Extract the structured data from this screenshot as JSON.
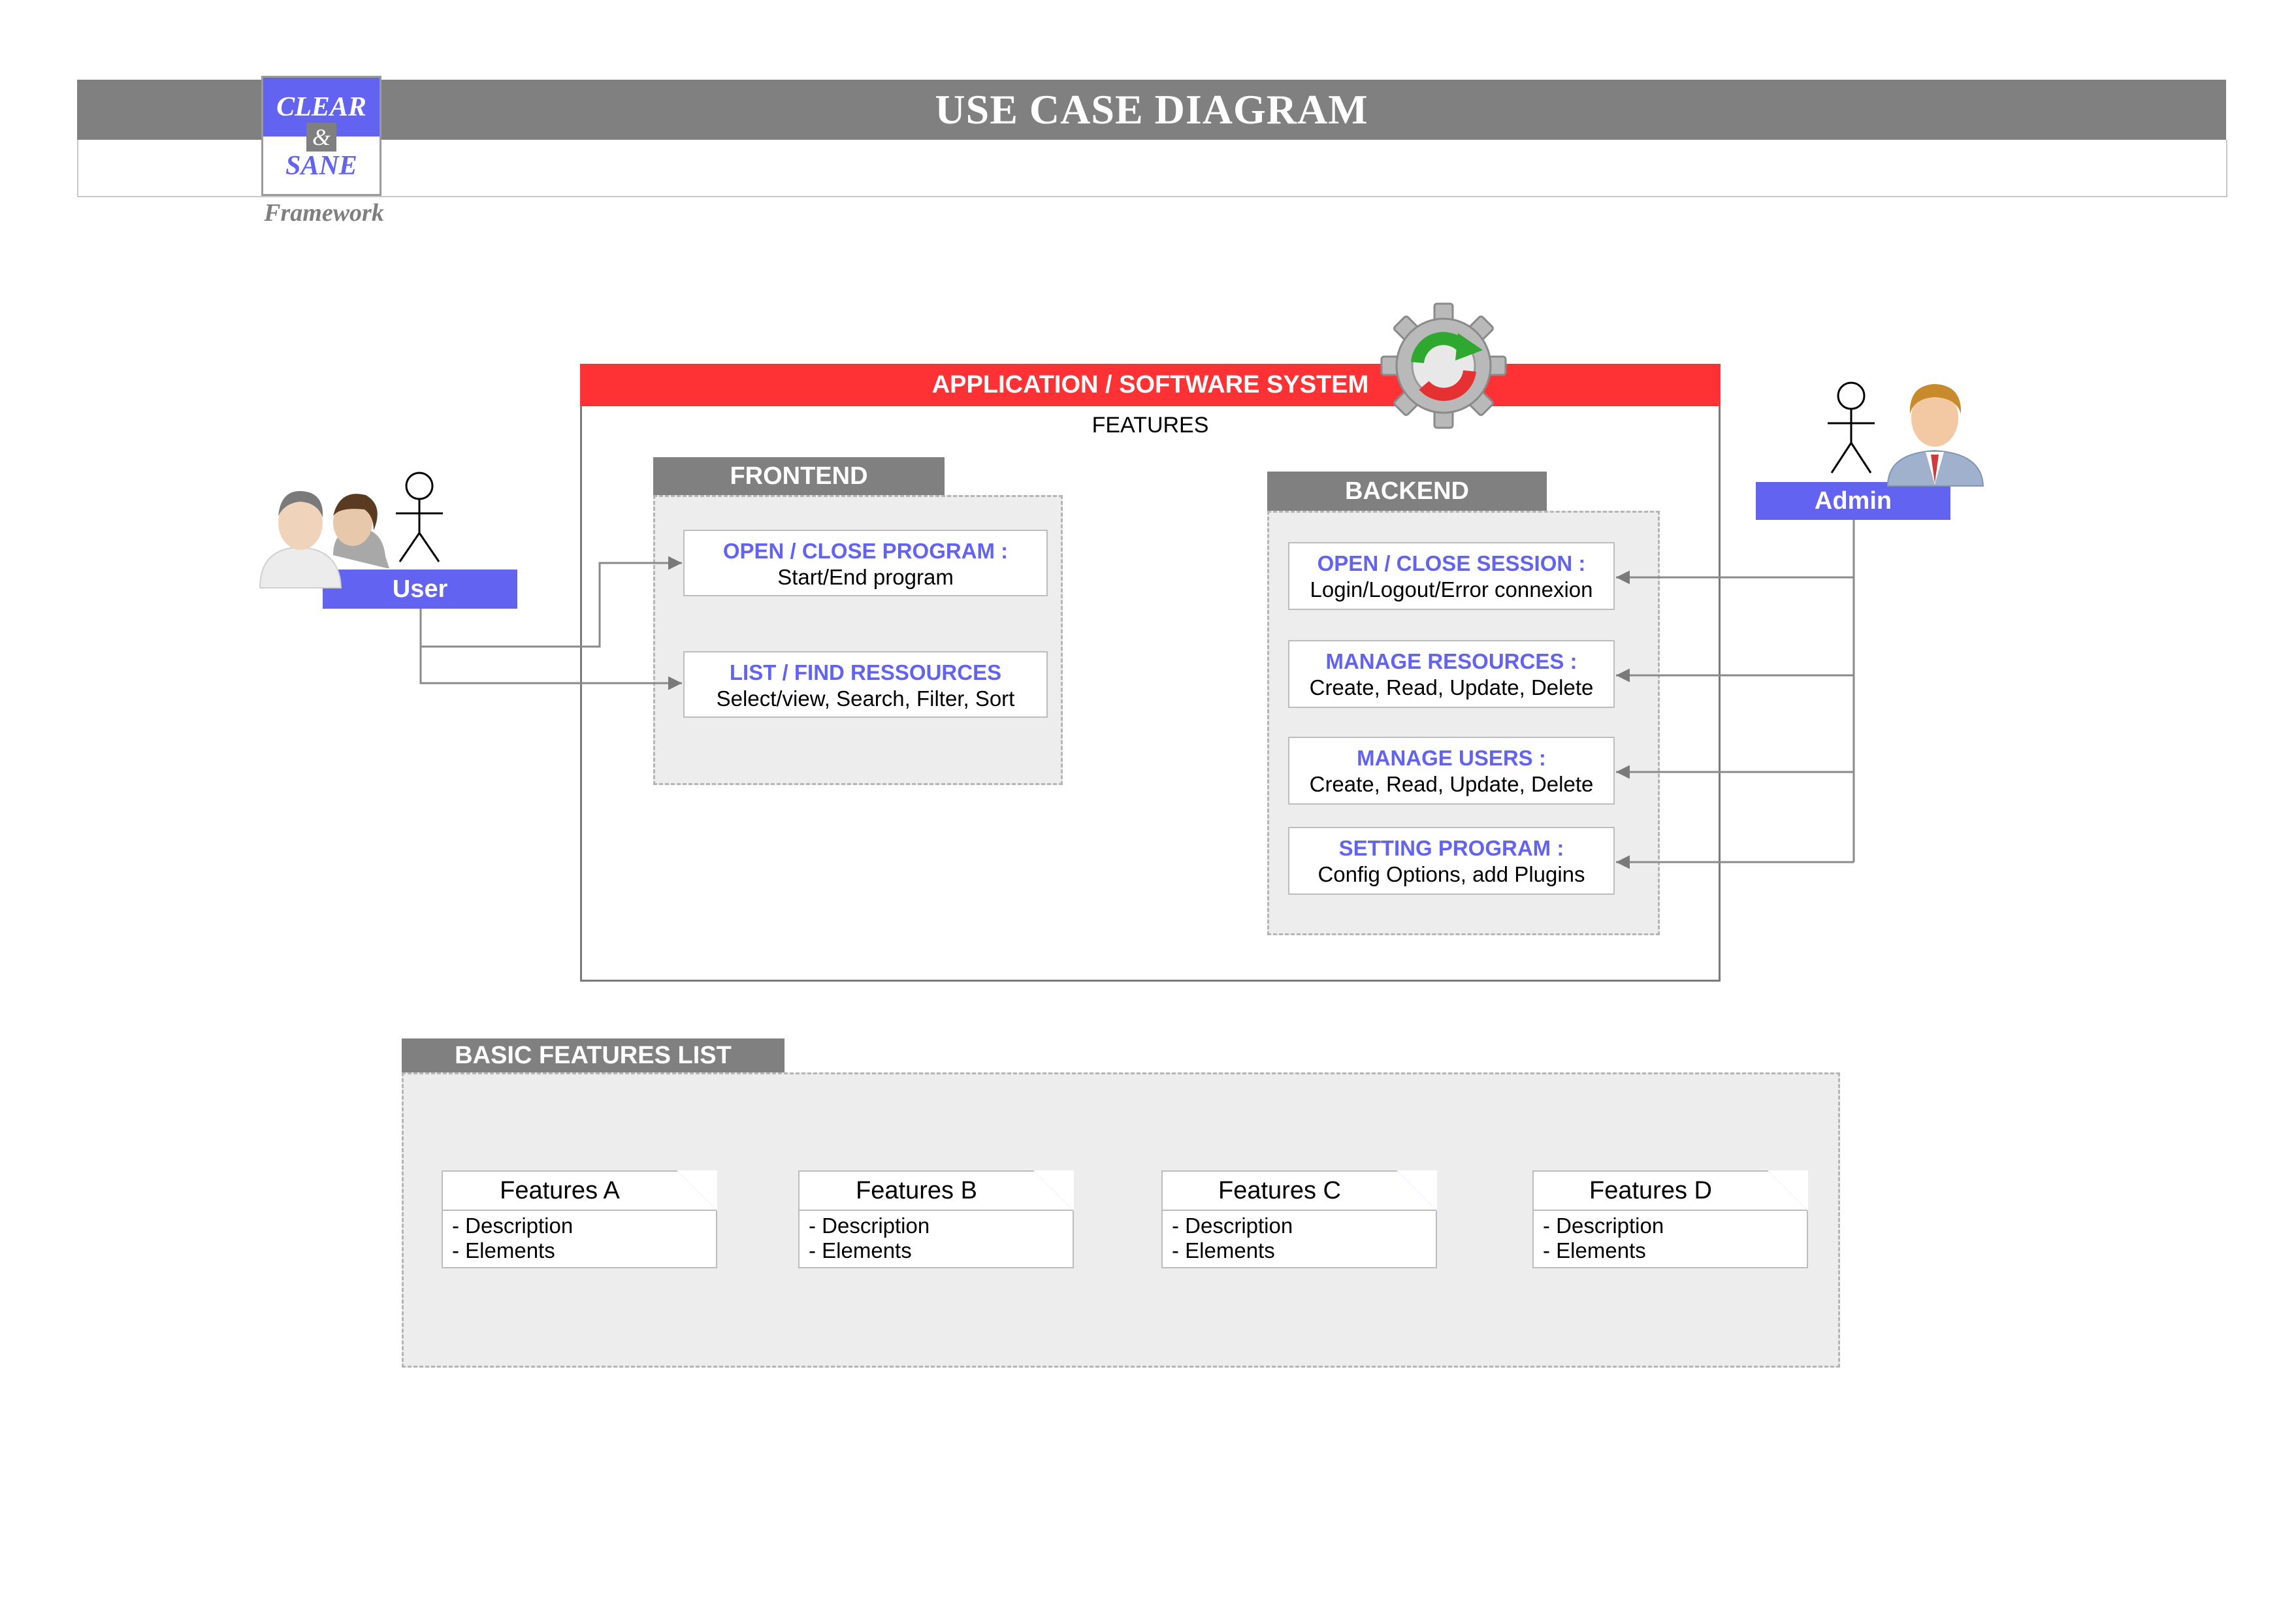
{
  "header": {
    "title": "USE CASE DIAGRAM",
    "logo_clear": "CLEAR",
    "logo_amp": "&",
    "logo_sane": "SANE",
    "logo_framework": "Framework"
  },
  "system": {
    "title": "APPLICATION / SOFTWARE SYSTEM",
    "subtitle": "FEATURES"
  },
  "frontend": {
    "label": "FRONTEND",
    "use_cases": [
      {
        "title": "OPEN / CLOSE PROGRAM :",
        "desc": "Start/End program"
      },
      {
        "title": "LIST / FIND RESSOURCES",
        "desc": "Select/view, Search, Filter, Sort"
      }
    ]
  },
  "backend": {
    "label": "BACKEND",
    "use_cases": [
      {
        "title": "OPEN / CLOSE SESSION :",
        "desc": "Login/Logout/Error connexion"
      },
      {
        "title": "MANAGE RESOURCES :",
        "desc": "Create, Read, Update, Delete"
      },
      {
        "title": "MANAGE USERS :",
        "desc": "Create, Read, Update, Delete"
      },
      {
        "title": "SETTING PROGRAM :",
        "desc": "Config Options, add Plugins"
      }
    ]
  },
  "actors": {
    "user": "User",
    "admin": "Admin"
  },
  "features_list": {
    "label": "BASIC FEATURES LIST",
    "cards": [
      {
        "title": "Features A",
        "line1": "- Description",
        "line2": "- Elements"
      },
      {
        "title": "Features B",
        "line1": "- Description",
        "line2": "- Elements"
      },
      {
        "title": "Features C",
        "line1": "- Description",
        "line2": "- Elements"
      },
      {
        "title": "Features D",
        "line1": "- Description",
        "line2": "- Elements"
      }
    ]
  },
  "colors": {
    "accent": "#6363f2",
    "system_bar": "#fe3234",
    "header_bar": "#808080",
    "group_bg": "#ededed"
  }
}
